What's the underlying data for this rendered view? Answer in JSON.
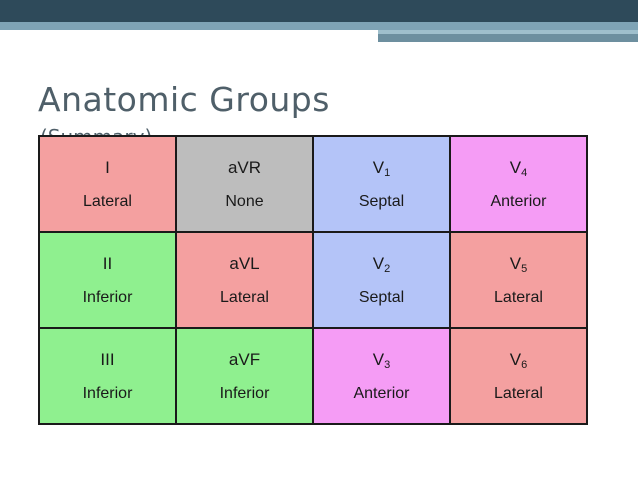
{
  "slide": {
    "title": "Anatomic Groups",
    "subtitle": "(Summary)"
  },
  "table": {
    "rows": [
      [
        {
          "lead": "I",
          "sub": "",
          "group": "Lateral",
          "color": "#f4a0a0"
        },
        {
          "lead": "aVR",
          "sub": "",
          "group": "None",
          "color": "#bdbdbd"
        },
        {
          "lead": "V",
          "sub": "1",
          "group": "Septal",
          "color": "#b4c4f8"
        },
        {
          "lead": "V",
          "sub": "4",
          "group": "Anterior",
          "color": "#f59cf5"
        }
      ],
      [
        {
          "lead": "II",
          "sub": "",
          "group": "Inferior",
          "color": "#8ff08f"
        },
        {
          "lead": "aVL",
          "sub": "",
          "group": "Lateral",
          "color": "#f4a0a0"
        },
        {
          "lead": "V",
          "sub": "2",
          "group": "Septal",
          "color": "#b4c4f8"
        },
        {
          "lead": "V",
          "sub": "5",
          "group": "Lateral",
          "color": "#f4a0a0"
        }
      ],
      [
        {
          "lead": "III",
          "sub": "",
          "group": "Inferior",
          "color": "#8ff08f"
        },
        {
          "lead": "aVF",
          "sub": "",
          "group": "Inferior",
          "color": "#8ff08f"
        },
        {
          "lead": "V",
          "sub": "3",
          "group": "Anterior",
          "color": "#f59cf5"
        },
        {
          "lead": "V",
          "sub": "6",
          "group": "Lateral",
          "color": "#f4a0a0"
        }
      ]
    ]
  },
  "colors": {
    "header_dark": "#2e4a5a",
    "header_accent": "#7fa4b6",
    "title_text": "#4f5f69"
  }
}
